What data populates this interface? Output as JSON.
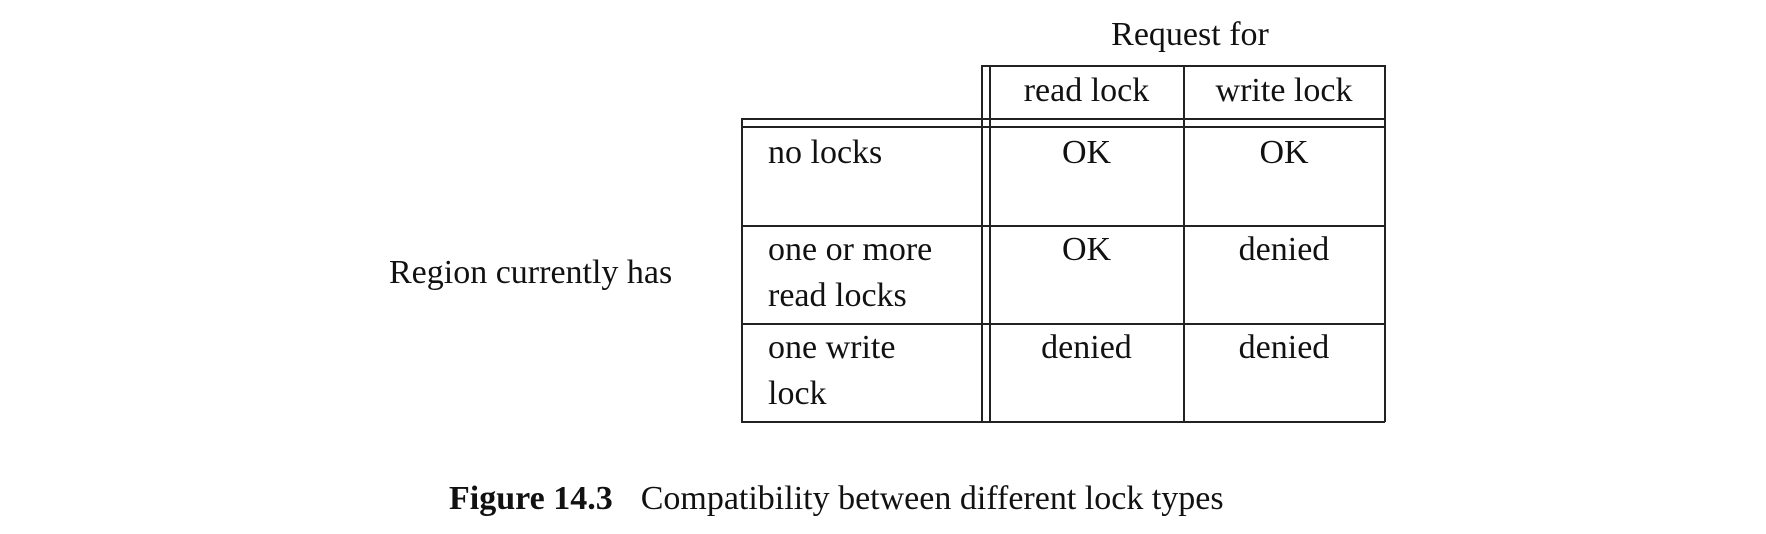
{
  "table": {
    "column_group_header": "Request for",
    "row_group_header": "Region currently has",
    "columns": [
      "read lock",
      "write lock"
    ],
    "rows": [
      {
        "label_lines": [
          "no locks"
        ],
        "cells": [
          "OK",
          "OK"
        ]
      },
      {
        "label_lines": [
          "one or more",
          "read locks"
        ],
        "cells": [
          "OK",
          "denied"
        ]
      },
      {
        "label_lines": [
          "one write",
          "lock"
        ],
        "cells": [
          "denied",
          "denied"
        ]
      }
    ]
  },
  "caption": {
    "label": "Figure 14.3",
    "text": "Compatibility between different lock types"
  }
}
